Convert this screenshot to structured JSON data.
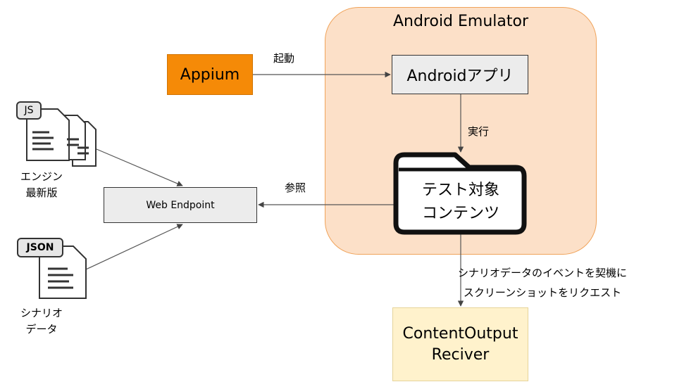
{
  "emulator": {
    "title": "Android Emulator"
  },
  "appium": {
    "label": "Appium"
  },
  "android_app": {
    "label": "Androidアプリ"
  },
  "content": {
    "line1": "テスト対象",
    "line2": "コンテンツ"
  },
  "web_endpoint": {
    "label": "Web Endpoint"
  },
  "receiver": {
    "line1": "ContentOutput",
    "line2": "Reciver"
  },
  "edges": {
    "launch": "起動",
    "execute": "実行",
    "reference": "参照",
    "request_line1": "シナリオデータのイベントを契機に",
    "request_line2": "スクリーンショットをリクエスト"
  },
  "engine_files": {
    "badge": "JS",
    "label_line1": "エンジン",
    "label_line2": "最新版"
  },
  "scenario_file": {
    "badge": "JSON",
    "label_line1": "シナリオ",
    "label_line2": "データ"
  },
  "colors": {
    "emulator_fill": "#fce0c8",
    "emulator_stroke": "#f0a35a",
    "appium_fill": "#f58a07",
    "box_fill": "#ececec",
    "receiver_fill": "#fff2cc"
  }
}
